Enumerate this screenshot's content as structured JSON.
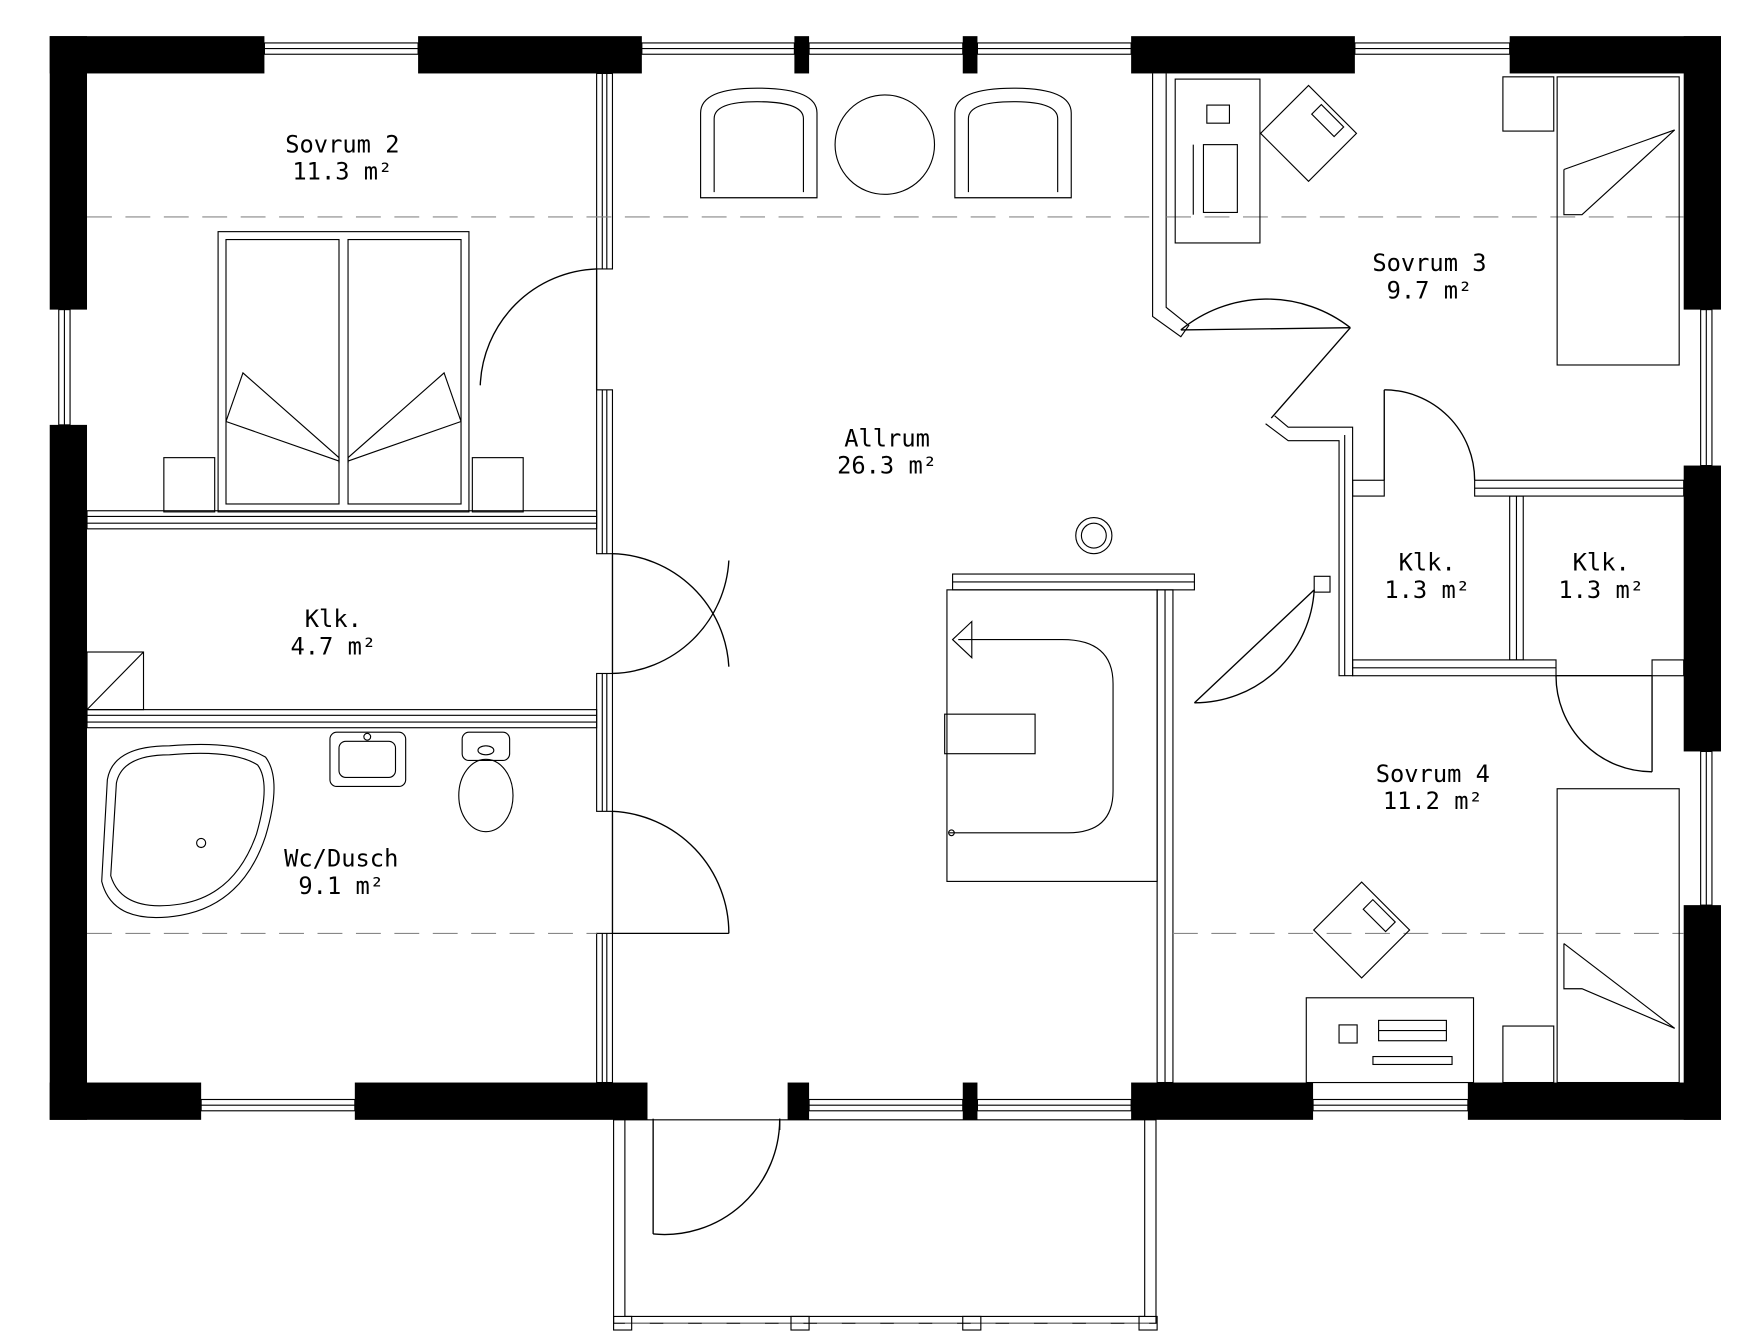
{
  "rooms": [
    {
      "name": "Sovrum 2",
      "area": "11.3 m²"
    },
    {
      "name": "Sovrum 3",
      "area": "9.7 m²"
    },
    {
      "name": "Allrum",
      "area": "26.3 m²"
    },
    {
      "name": "Klk.",
      "area": "4.7 m²"
    },
    {
      "name": "Klk.",
      "area": "1.3 m²"
    },
    {
      "name": "Klk.",
      "area": "1.3 m²"
    },
    {
      "name": "Sovrum 4",
      "area": "11.2 m²"
    },
    {
      "name": "Wc/Dusch",
      "area": "9.1 m²"
    }
  ],
  "colors": {
    "wall": "#000000",
    "line": "#000000",
    "background": "#ffffff",
    "dash": "#888888"
  }
}
